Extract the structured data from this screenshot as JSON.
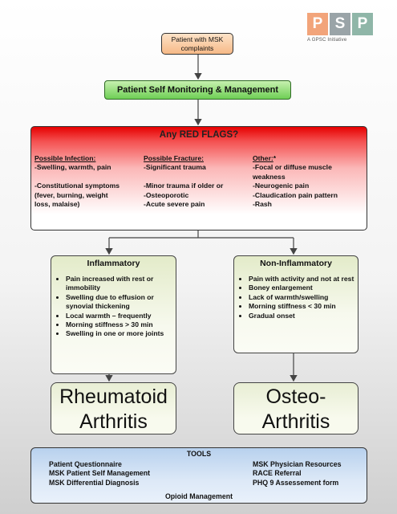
{
  "logo": {
    "letters": [
      "P",
      "S",
      "P"
    ],
    "colors": [
      "#f2a47a",
      "#9aa4a8",
      "#8fb6a8"
    ],
    "subtitle": "A GPSC Initiative"
  },
  "patient_box": {
    "line1": "Patient with MSK",
    "line2": "complaints"
  },
  "self_monitoring": "Patient Self Monitoring & Management",
  "red_flags": {
    "title": "Any RED FLAGS?",
    "infection": {
      "heading": "Possible Infection:",
      "lines": [
        "-Swelling, warmth, pain",
        "",
        "-Constitutional symptoms",
        "(fever, burning, weight",
        "loss, malaise)"
      ]
    },
    "fracture": {
      "heading": "Possible Fracture:",
      "lines": [
        "-Significant trauma",
        "",
        "-Minor trauma if older or",
        "-Osteoporotic",
        "-Acute severe pain"
      ]
    },
    "other": {
      "heading": "Other:",
      "asterisk": "*",
      "lines": [
        "-Focal or diffuse muscle",
        "weakness",
        "-Neurogenic pain",
        "-Claudication pain pattern",
        "-Rash"
      ]
    }
  },
  "inflammatory": {
    "title": "Inflammatory",
    "items": [
      "Pain increased with rest or immobility",
      "Swelling due to effusion or synovial thickening",
      "Local warmth – frequently",
      "Morning stiffness > 30 min",
      "Swelling in one or more joints"
    ]
  },
  "non_inflammatory": {
    "title": "Non-Inflammatory",
    "items": [
      "Pain with activity and not at rest",
      "Boney enlargement",
      "Lack of warmth/swelling",
      "Morning stiffness < 30 min",
      "Gradual onset"
    ]
  },
  "results": {
    "ra_line1": "Rheumatoid",
    "ra_line2": "Arthritis",
    "oa_line1": "Osteo-",
    "oa_line2": "Arthritis"
  },
  "tools": {
    "title": "TOOLS",
    "left": [
      "Patient Questionnaire",
      "MSK Patient Self Management",
      "MSK Differential Diagnosis"
    ],
    "right": [
      "MSK Physician Resources",
      "RACE Referral",
      "PHQ 9 Assessement form"
    ],
    "footer": "Opioid Management"
  }
}
